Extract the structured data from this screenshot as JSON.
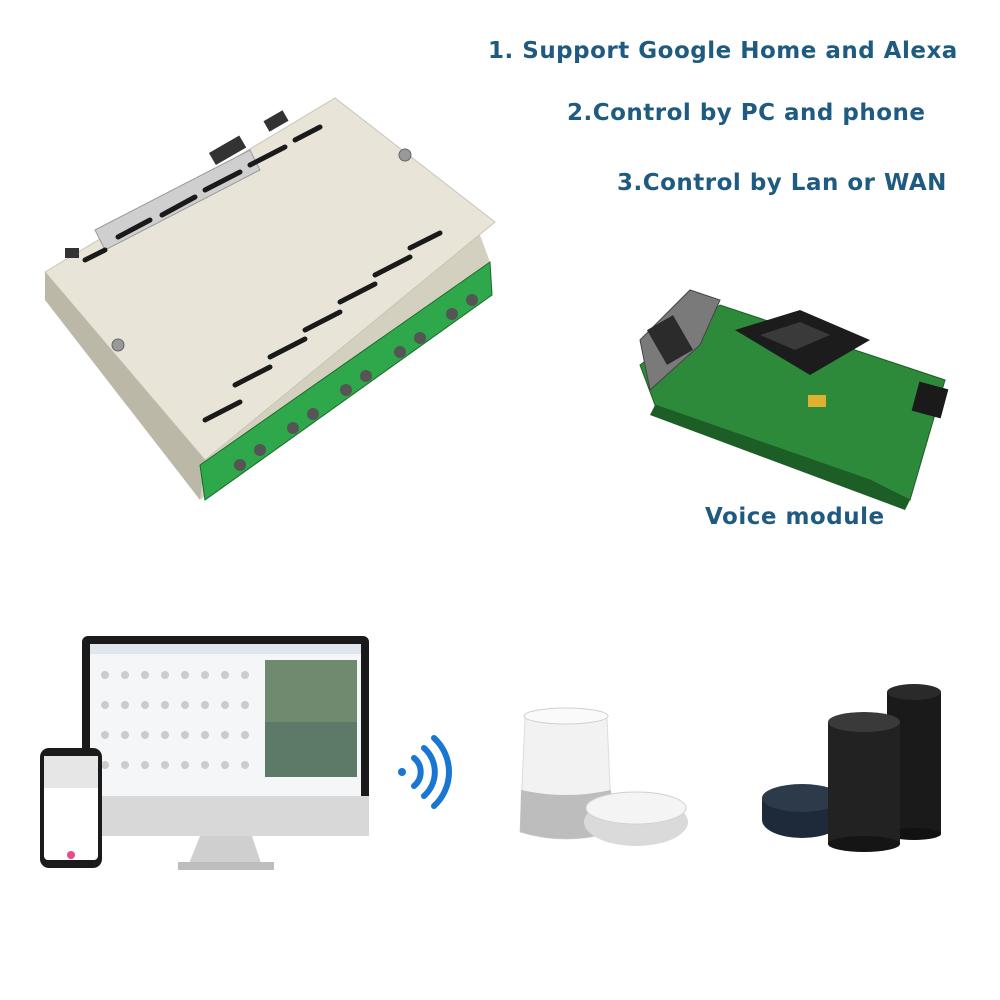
{
  "features": [
    "1. Support Google Home and Alexa",
    "2.Control by PC and phone",
    "3.Control by Lan or WAN"
  ],
  "voice_module_label": "Voice module",
  "colors": {
    "text": "#1f5a80",
    "case": "#e6e3d6",
    "terminal": "#2ea84a",
    "pcb": "#2c8a3a"
  },
  "devices": [
    "relay-controller",
    "voice-module",
    "desktop-monitor",
    "smartphone",
    "wifi-signal",
    "google-home",
    "google-home-mini",
    "amazon-echo",
    "echo-dot"
  ]
}
